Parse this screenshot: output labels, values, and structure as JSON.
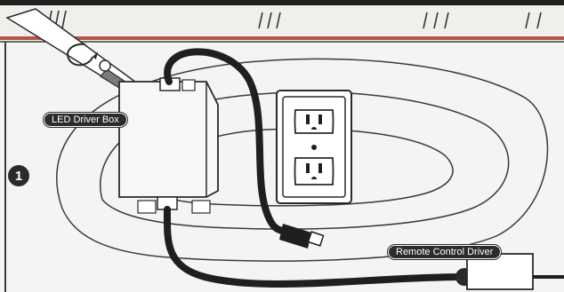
{
  "labels": {
    "driver_box": "LED Driver Box",
    "remote_driver": "Remote Control Driver"
  },
  "step": {
    "number": "1"
  },
  "icons": {
    "screwdriver": "screwdriver-icon",
    "outlet": "duplex-outlet-icon",
    "plug": "power-plug-icon"
  }
}
